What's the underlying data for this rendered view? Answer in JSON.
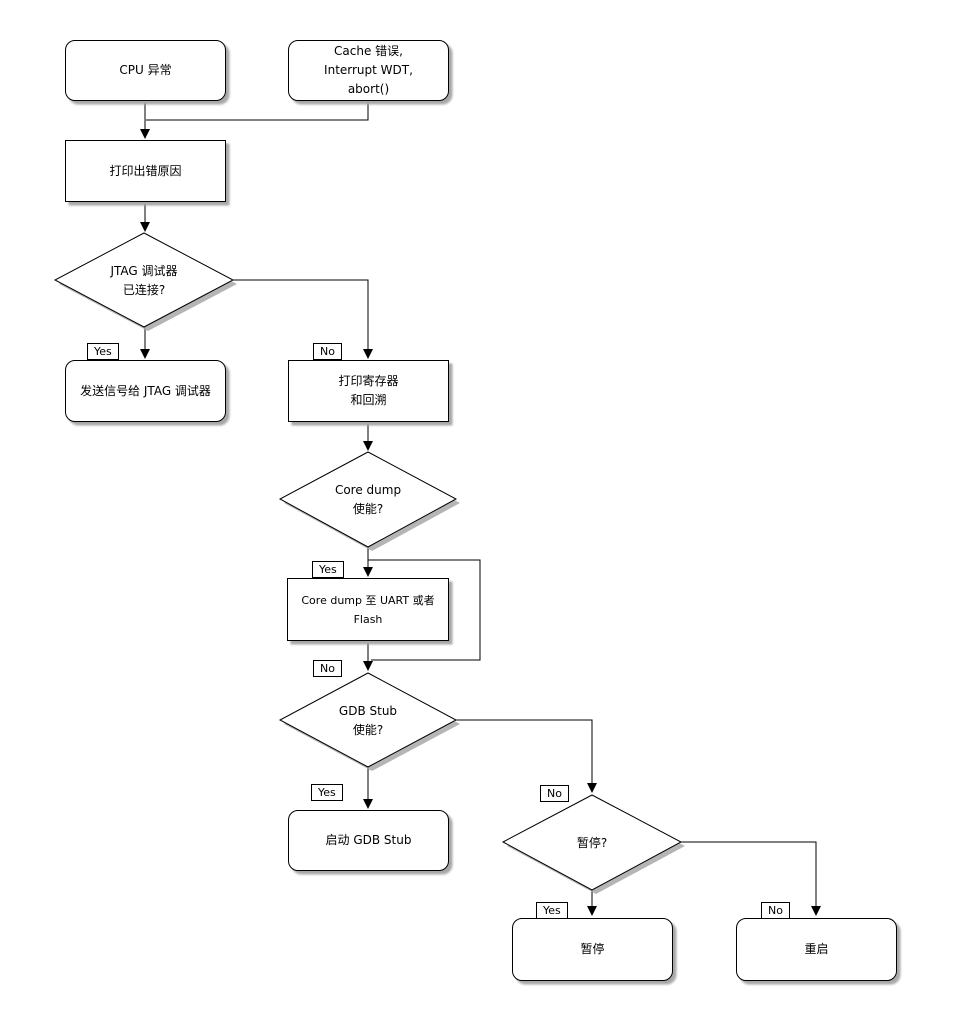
{
  "diagram": {
    "title": "fatal-error-handling-flowchart",
    "nodes": {
      "cpu": {
        "label": "CPU 异常",
        "shape": "rounded"
      },
      "cache": {
        "label": "Cache 错误,\nInterrupt WDT,\nabort()",
        "shape": "rounded"
      },
      "print_reason": {
        "label": "打印出错原因",
        "shape": "rect"
      },
      "jtag_q": {
        "label": "JTAG 调试器\n已连接?",
        "shape": "diamond"
      },
      "send_jtag": {
        "label": "发送信号给 JTAG 调试器",
        "shape": "rounded"
      },
      "print_regs": {
        "label": "打印寄存器\n和回溯",
        "shape": "rect"
      },
      "coredump_q": {
        "label": "Core dump\n使能?",
        "shape": "diamond"
      },
      "coredump_out": {
        "label": "Core dump 至 UART 或者 Flash",
        "shape": "rect"
      },
      "gdbstub_q": {
        "label": "GDB Stub\n使能?",
        "shape": "diamond"
      },
      "start_gdb": {
        "label": "启动 GDB Stub",
        "shape": "rounded"
      },
      "halt_q": {
        "label": "暂停?",
        "shape": "diamond"
      },
      "halt": {
        "label": "暂停",
        "shape": "rounded"
      },
      "reboot": {
        "label": "重启",
        "shape": "rounded"
      }
    },
    "labels": {
      "jtag_yes": "Yes",
      "jtag_no": "No",
      "coredump_yes": "Yes",
      "coredump_no": "No",
      "gdb_yes": "Yes",
      "gdb_no": "No",
      "halt_yes": "Yes",
      "halt_no": "No"
    },
    "edges": [
      {
        "from": "cpu",
        "to": "print_reason",
        "label": ""
      },
      {
        "from": "cache",
        "to": "print_reason",
        "label": ""
      },
      {
        "from": "print_reason",
        "to": "jtag_q",
        "label": ""
      },
      {
        "from": "jtag_q",
        "to": "send_jtag",
        "label": "Yes"
      },
      {
        "from": "jtag_q",
        "to": "print_regs",
        "label": "No"
      },
      {
        "from": "print_regs",
        "to": "coredump_q",
        "label": ""
      },
      {
        "from": "coredump_q",
        "to": "coredump_out",
        "label": "Yes"
      },
      {
        "from": "coredump_q",
        "to": "gdbstub_q",
        "label": "No"
      },
      {
        "from": "coredump_out",
        "to": "gdbstub_q",
        "label": ""
      },
      {
        "from": "gdbstub_q",
        "to": "start_gdb",
        "label": "Yes"
      },
      {
        "from": "gdbstub_q",
        "to": "halt_q",
        "label": "No"
      },
      {
        "from": "halt_q",
        "to": "halt",
        "label": "Yes"
      },
      {
        "from": "halt_q",
        "to": "reboot",
        "label": "No"
      }
    ],
    "colors": {
      "stroke": "#000000",
      "fill": "#ffffff",
      "shadow": "#a8a8a8",
      "background": "#ffffff"
    }
  }
}
